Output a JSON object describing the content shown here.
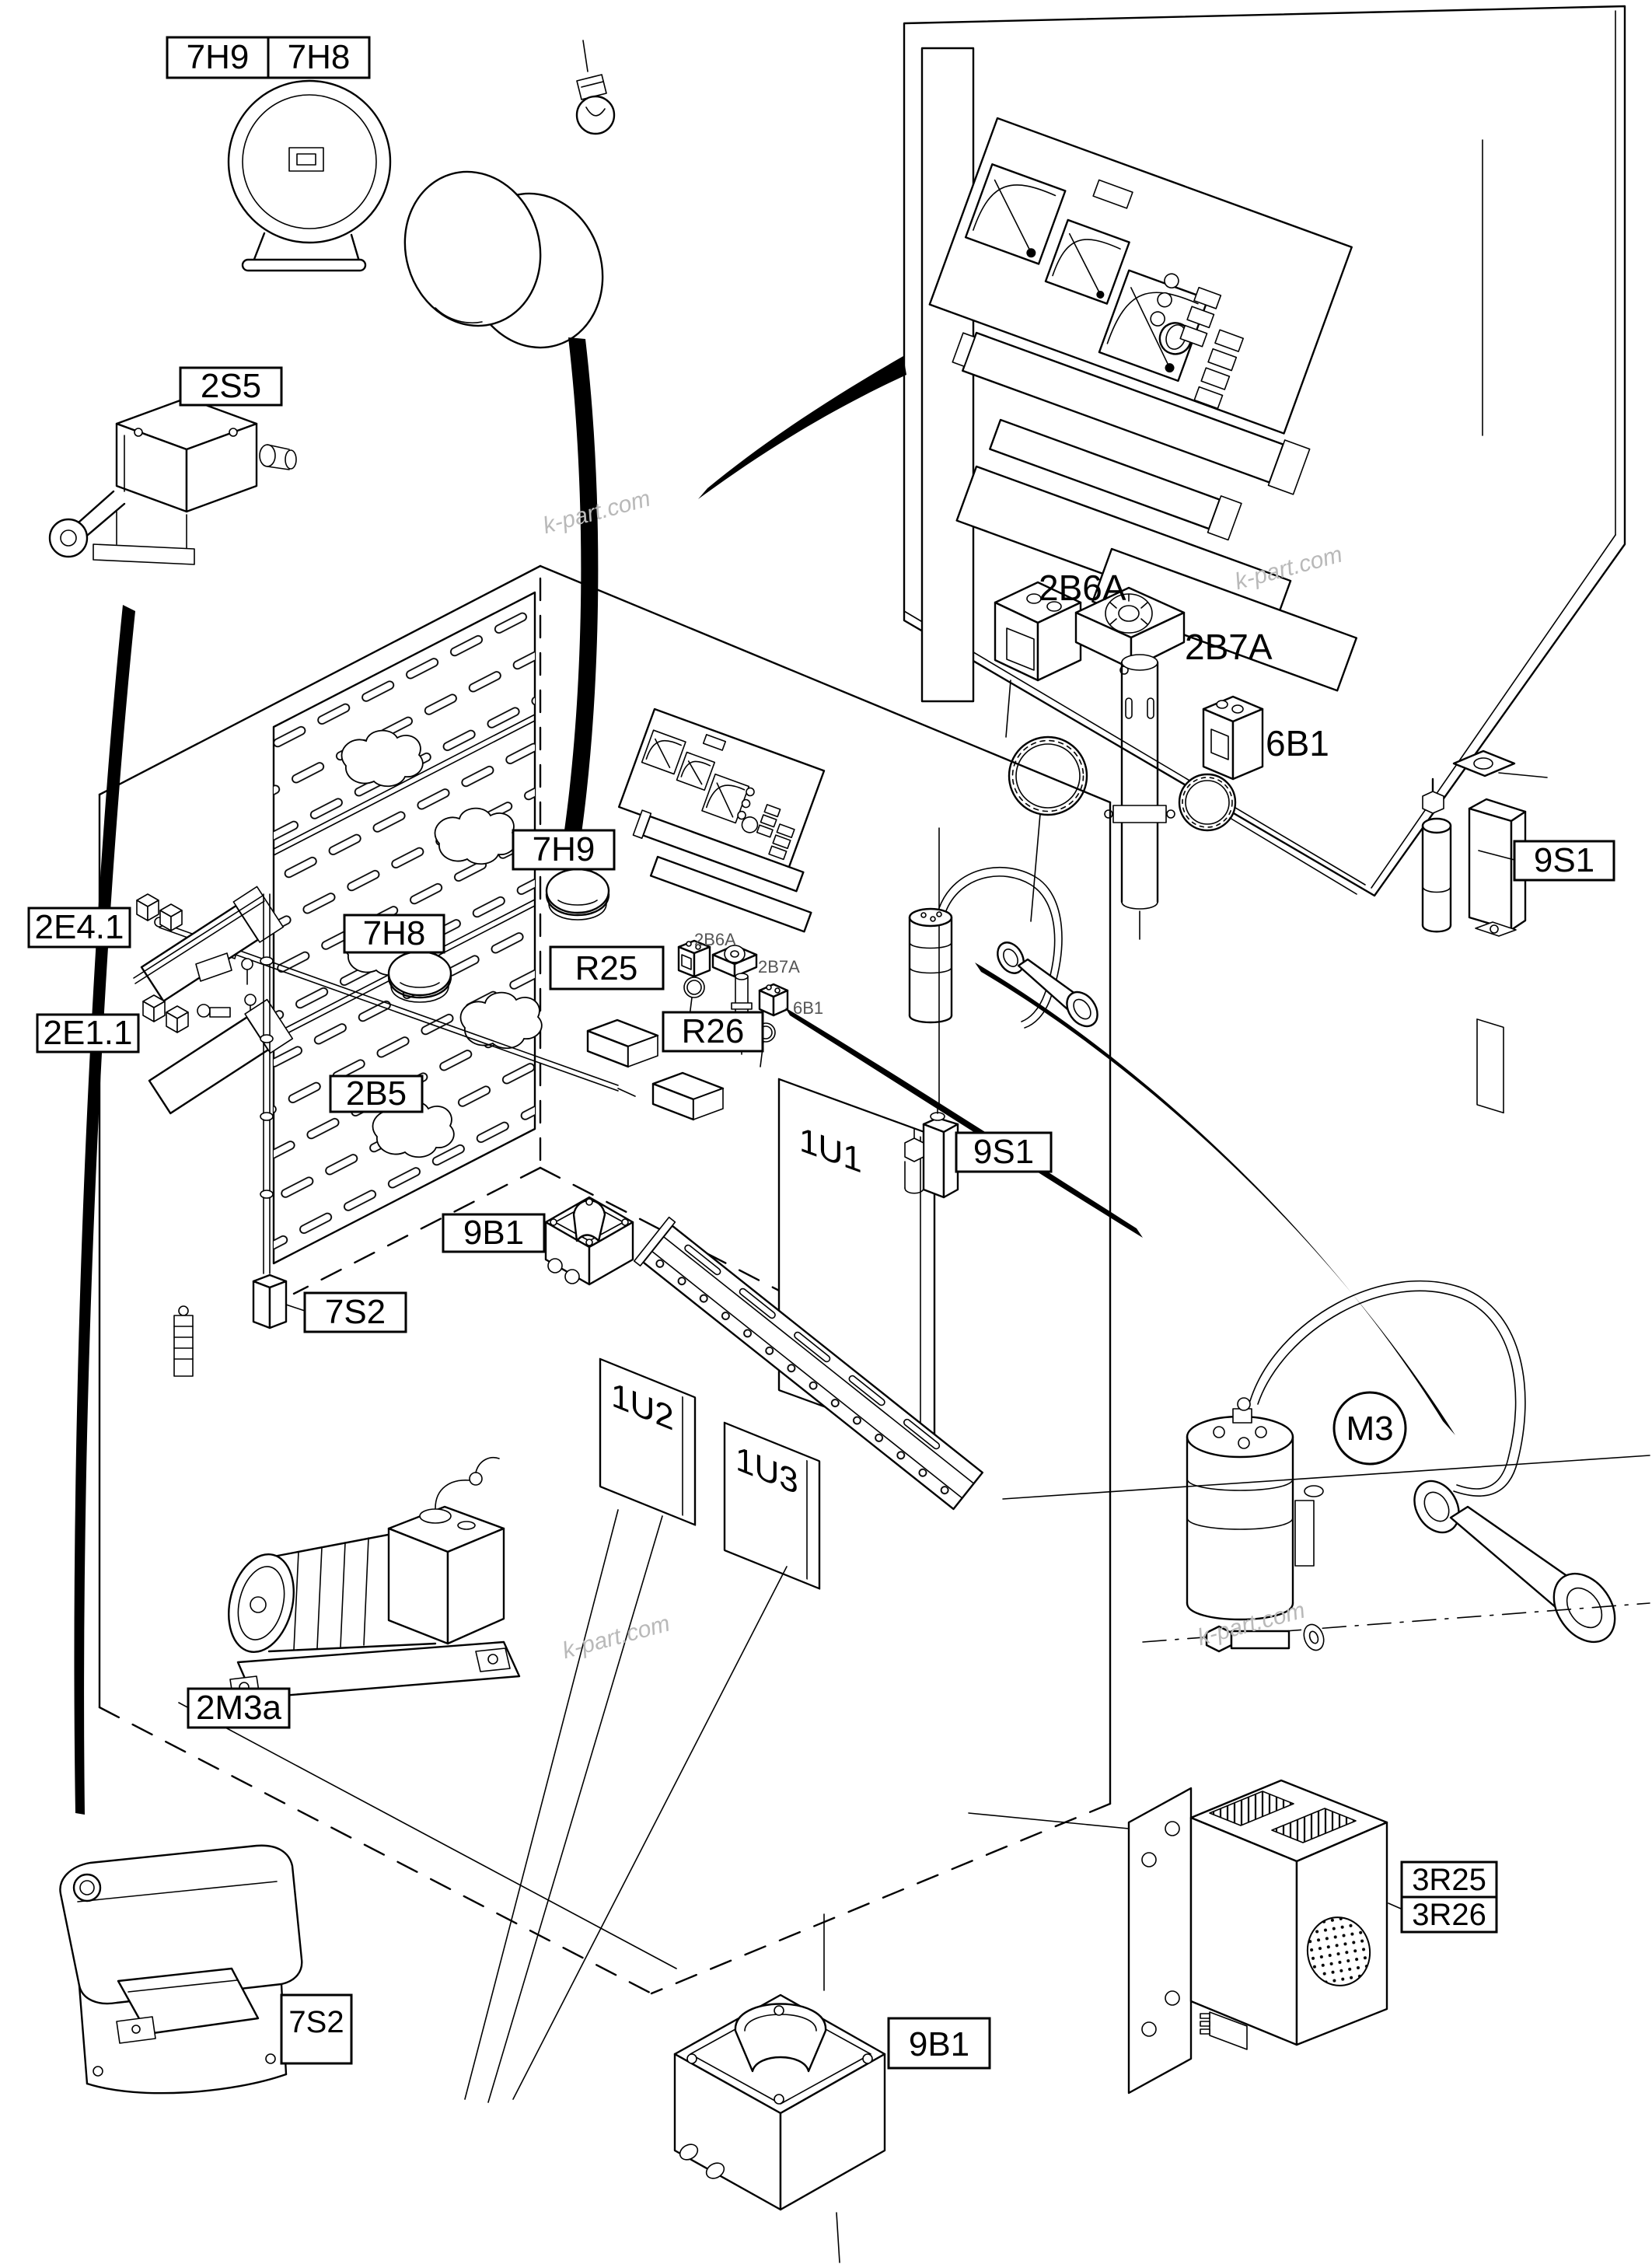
{
  "labels": {
    "pair_left": "7H9",
    "pair_right": "7H8",
    "limit_switch": "2S5",
    "thermostat_a": "2B6A",
    "thermostat_b": "2B7A",
    "sensor_6b1": "6B1",
    "valve_right": "9S1",
    "terminal_board_upper": "2E4.1",
    "terminal_board_lower": "2E1.1",
    "lamp_dome_right": "7H9",
    "lamp_dome_left": "7H8",
    "resistor_r25": "R25",
    "resistor_r26": "R26",
    "sensor_2b5": "2B5",
    "duct_u1": "1U1",
    "valve_mid": "9S1",
    "switch_9b1_mid": "9B1",
    "block_7s2_mid": "7S2",
    "duct_u2": "1U2",
    "duct_u3": "1U3",
    "motor_m3": "M3",
    "compressor_2m3a": "2M3a",
    "foot_switch": "7S2",
    "horn_box": "9B1",
    "resistor_3r25": "3R25",
    "resistor_3r26": "3R26",
    "tiny_2b6a": "2B6A",
    "tiny_2b7a": "2B7A",
    "tiny_6b1": "6B1"
  },
  "watermark": "k-part.com",
  "colors": {
    "line": "#000000",
    "watermark": "#b9b9b9",
    "background": "#ffffff"
  }
}
